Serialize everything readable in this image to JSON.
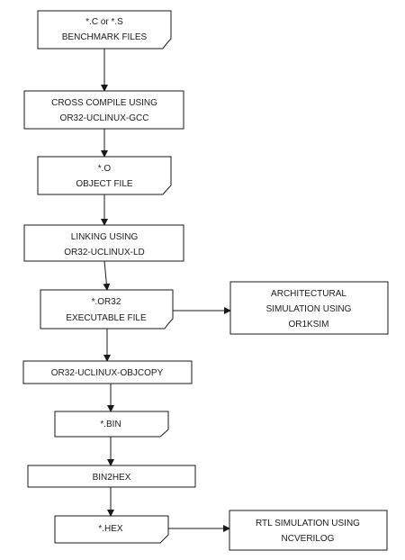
{
  "nodes": {
    "benchmark_files": {
      "shape": "document",
      "lines": [
        "*.C or *.S",
        "BENCHMARK FILES"
      ]
    },
    "cross_compile": {
      "shape": "process",
      "lines": [
        "CROSS COMPILE USING",
        "OR32-UCLINUX-GCC"
      ]
    },
    "object_file": {
      "shape": "document",
      "lines": [
        "*.O",
        "OBJECT FILE"
      ]
    },
    "linking": {
      "shape": "process",
      "lines": [
        "LINKING USING",
        "OR32-UCLINUX-LD"
      ]
    },
    "executable_file": {
      "shape": "document",
      "lines": [
        "*.OR32",
        "EXECUTABLE FILE"
      ]
    },
    "arch_simulation": {
      "shape": "process",
      "lines": [
        "ARCHITECTURAL",
        "SIMULATION USING",
        "OR1KSIM"
      ]
    },
    "objcopy": {
      "shape": "process",
      "lines": [
        "OR32-UCLINUX-OBJCOPY"
      ]
    },
    "bin_file": {
      "shape": "document",
      "lines": [
        "*.BIN"
      ]
    },
    "bin2hex": {
      "shape": "process",
      "lines": [
        "BIN2HEX"
      ]
    },
    "hex_file": {
      "shape": "document",
      "lines": [
        "*.HEX"
      ]
    },
    "rtl_simulation": {
      "shape": "process",
      "lines": [
        "RTL SIMULATION USING",
        "NCVERILOG"
      ]
    }
  },
  "edges": [
    {
      "from": "benchmark_files",
      "to": "cross_compile"
    },
    {
      "from": "cross_compile",
      "to": "object_file"
    },
    {
      "from": "object_file",
      "to": "linking"
    },
    {
      "from": "linking",
      "to": "executable_file"
    },
    {
      "from": "executable_file",
      "to": "arch_simulation"
    },
    {
      "from": "executable_file",
      "to": "objcopy"
    },
    {
      "from": "objcopy",
      "to": "bin_file"
    },
    {
      "from": "bin_file",
      "to": "bin2hex"
    },
    {
      "from": "bin2hex",
      "to": "hex_file"
    },
    {
      "from": "hex_file",
      "to": "rtl_simulation"
    }
  ],
  "colors": {
    "stroke": "#1a1a1a",
    "fill": "#ffffff",
    "text": "#1a1a1a"
  }
}
